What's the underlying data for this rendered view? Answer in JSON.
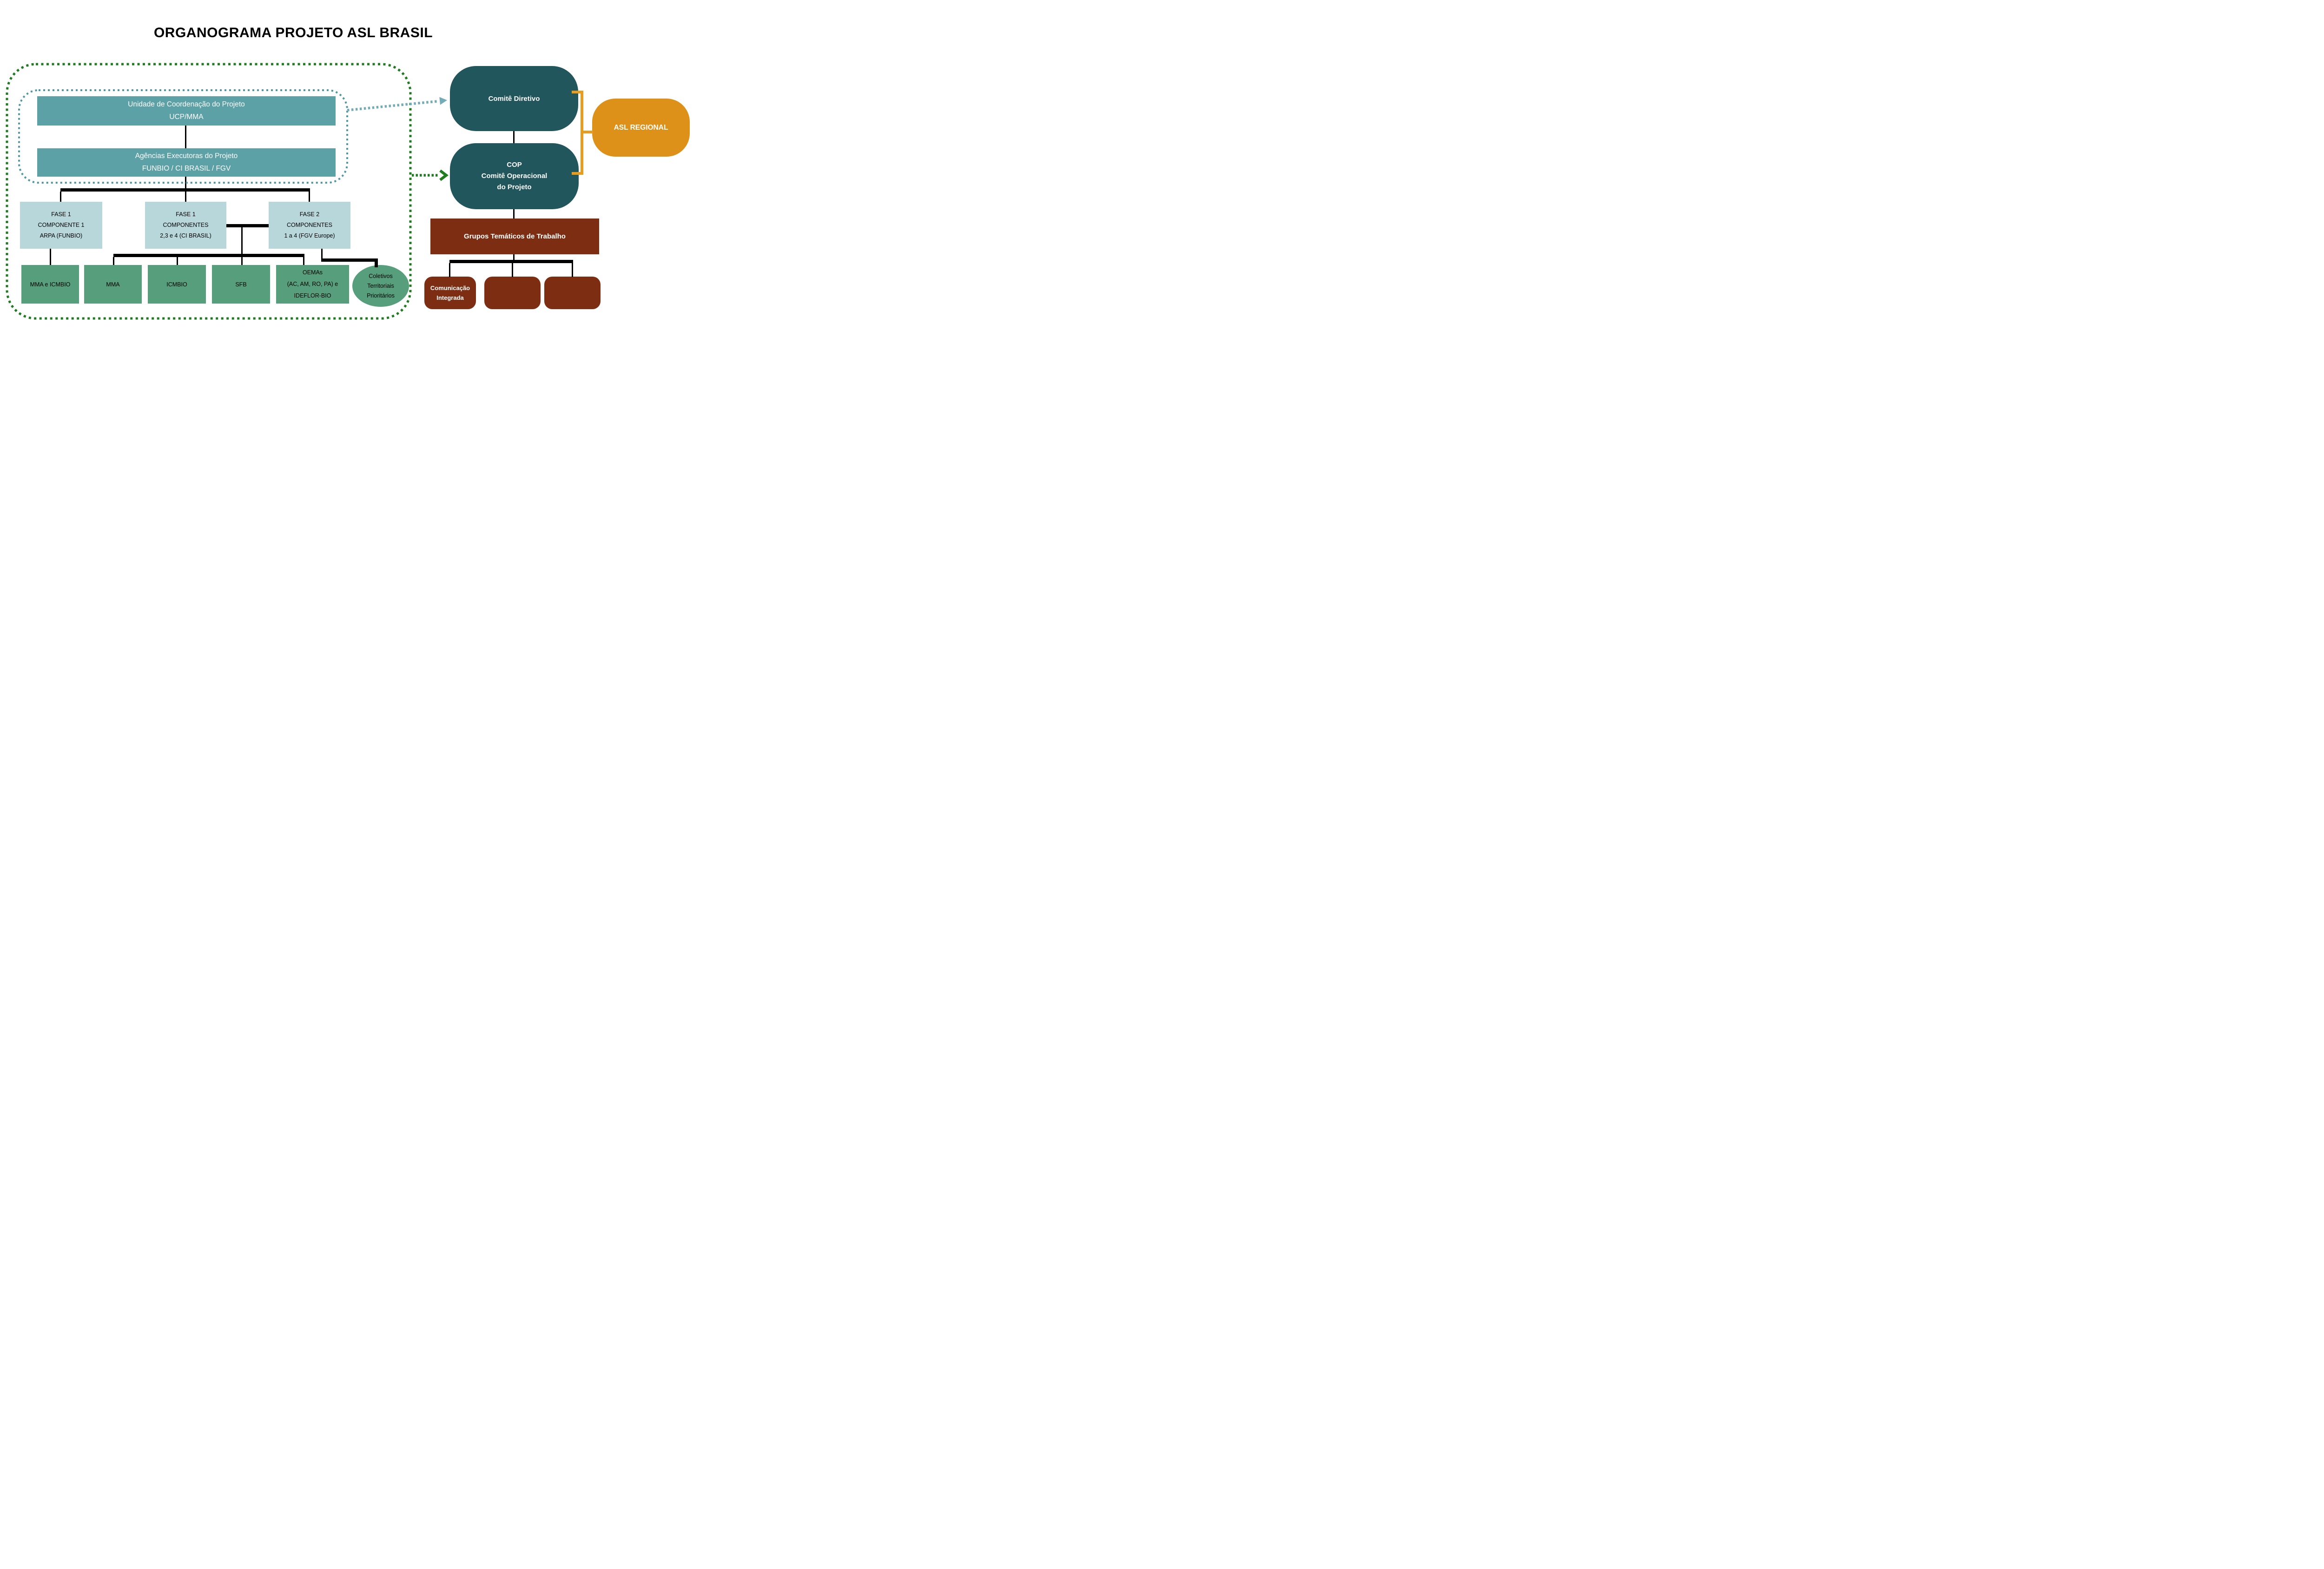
{
  "title": "ORGANOGRAMA PROJETO ASL BRASIL",
  "colors": {
    "teal_box": "#5BA1A6",
    "light_blue_box": "#B8D7DA",
    "green_box": "#579E7C",
    "dark_teal_pill": "#20565C",
    "orange_pill": "#DE9118",
    "bracket_orange": "#E89C1E",
    "brown_box": "#7C2D12",
    "outer_border_green": "#1E7B1F",
    "inner_border_teal": "#4F98A0",
    "teal_arrow": "#73ACB6",
    "connector_black": "#000000"
  },
  "coordination": {
    "line1": "Unidade de Coordenação do Projeto",
    "line2": "UCP/MMA"
  },
  "agencies": {
    "line1": "Agências Executoras do Projeto",
    "line2": "FUNBIO  /  CI BRASIL  /  FGV"
  },
  "fase": [
    {
      "line1": "FASE 1",
      "line2": "COMPONENTE 1",
      "line3": "ARPA (FUNBIO)"
    },
    {
      "line1": "FASE 1",
      "line2": "COMPONENTES",
      "line3": "2,3 e 4  (CI BRASIL)"
    },
    {
      "line1": "FASE 2",
      "line2": "COMPONENTES",
      "line3": "1 a 4  (FGV Europe)"
    }
  ],
  "executors": [
    "MMA e ICMBIO",
    "MMA",
    "ICMBIO",
    "SFB"
  ],
  "oemas": {
    "line1": "OEMAs",
    "line2": "(AC, AM, RO, PA) e",
    "line3": "IDEFLOR-BIO"
  },
  "coletivos": {
    "line1": "Coletivos",
    "line2": "Territoriais",
    "line3": "Prioritários"
  },
  "comite_diretivo": {
    "label": "Comitê Diretivo"
  },
  "cop": {
    "line1": "COP",
    "line2": "Comitê Operacional",
    "line3": "do Projeto"
  },
  "asl_regional": {
    "label": "ASL REGIONAL"
  },
  "grupos": {
    "label": "Grupos Temáticos de Trabalho"
  },
  "grupo_sub": [
    {
      "line1": "Comunicação",
      "line2": "Integrada"
    },
    {
      "line1": "",
      "line2": ""
    },
    {
      "line1": "",
      "line2": ""
    }
  ]
}
